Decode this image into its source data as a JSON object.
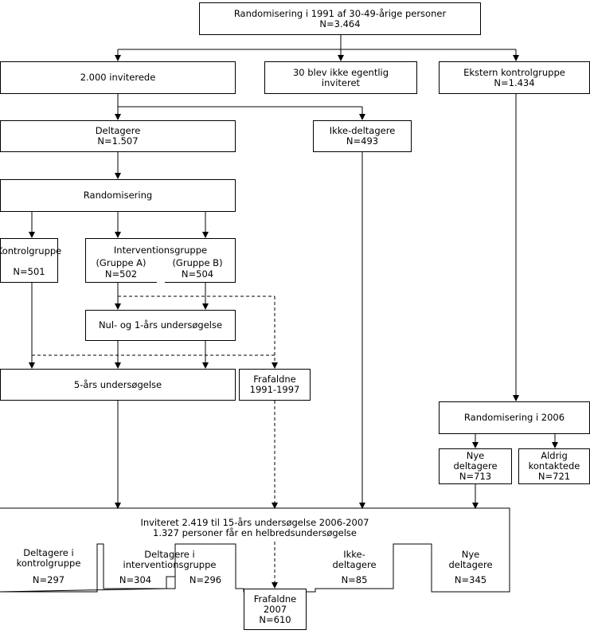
{
  "top": {
    "line1": "Randomisering i 1991 af 30-49-årige personer",
    "line2": "N=3.464"
  },
  "invited": {
    "label": "2.000 inviterede"
  },
  "not_invited": {
    "line1": "30 blev ikke egentlig",
    "line2": "inviteret"
  },
  "external": {
    "line1": "Ekstern kontrolgruppe",
    "line2": "N=1.434"
  },
  "participants": {
    "line1": "Deltagere",
    "line2": "N=1.507"
  },
  "non_participants": {
    "line1": "Ikke-deltagere",
    "line2": "N=493"
  },
  "randomisation": {
    "label": "Randomisering"
  },
  "control": {
    "label": "Kontrolgruppe",
    "n": "N=501"
  },
  "intervention": {
    "label": "Interventionsgruppe",
    "group_a": "(Gruppe A)",
    "group_b": "(Gruppe B)",
    "n_a": "N=502",
    "n_b": "N=504"
  },
  "exam_0_1": {
    "label": "Nul- og 1-års undersøgelse"
  },
  "exam_5": {
    "label": "5-års undersøgelse"
  },
  "dropouts_early": {
    "line1": "Frafaldne",
    "line2": "1991-1997"
  },
  "randomisation_2006": {
    "label": "Randomisering i 2006"
  },
  "new_participants_2006": {
    "line1": "Nye",
    "line2": "deltagere",
    "line3": "N=713"
  },
  "never_contacted": {
    "line1": "Aldrig",
    "line2": "kontaktede",
    "line3": "N=721"
  },
  "final": {
    "line1": "Inviteret 2.419 til 15-års undersøgelse 2006-2007",
    "line2": "1.327 personer får en helbredsundersøgelse",
    "control_line1": "Deltagere i",
    "control_line2": "kontrolgruppe",
    "control_n": "N=297",
    "intervention_line1": "Deltagere i",
    "intervention_line2": "interventionsgruppe",
    "intervention_n_a": "N=304",
    "intervention_n_b": "N=296",
    "nonpart_line1": "Ikke-",
    "nonpart_line2": "deltagere",
    "nonpart_n": "N=85",
    "new_line1": "Nye",
    "new_line2": "deltagere",
    "new_n": "N=345"
  },
  "dropouts_2007": {
    "line1": "Frafaldne",
    "line2": "2007",
    "line3": "N=610"
  }
}
